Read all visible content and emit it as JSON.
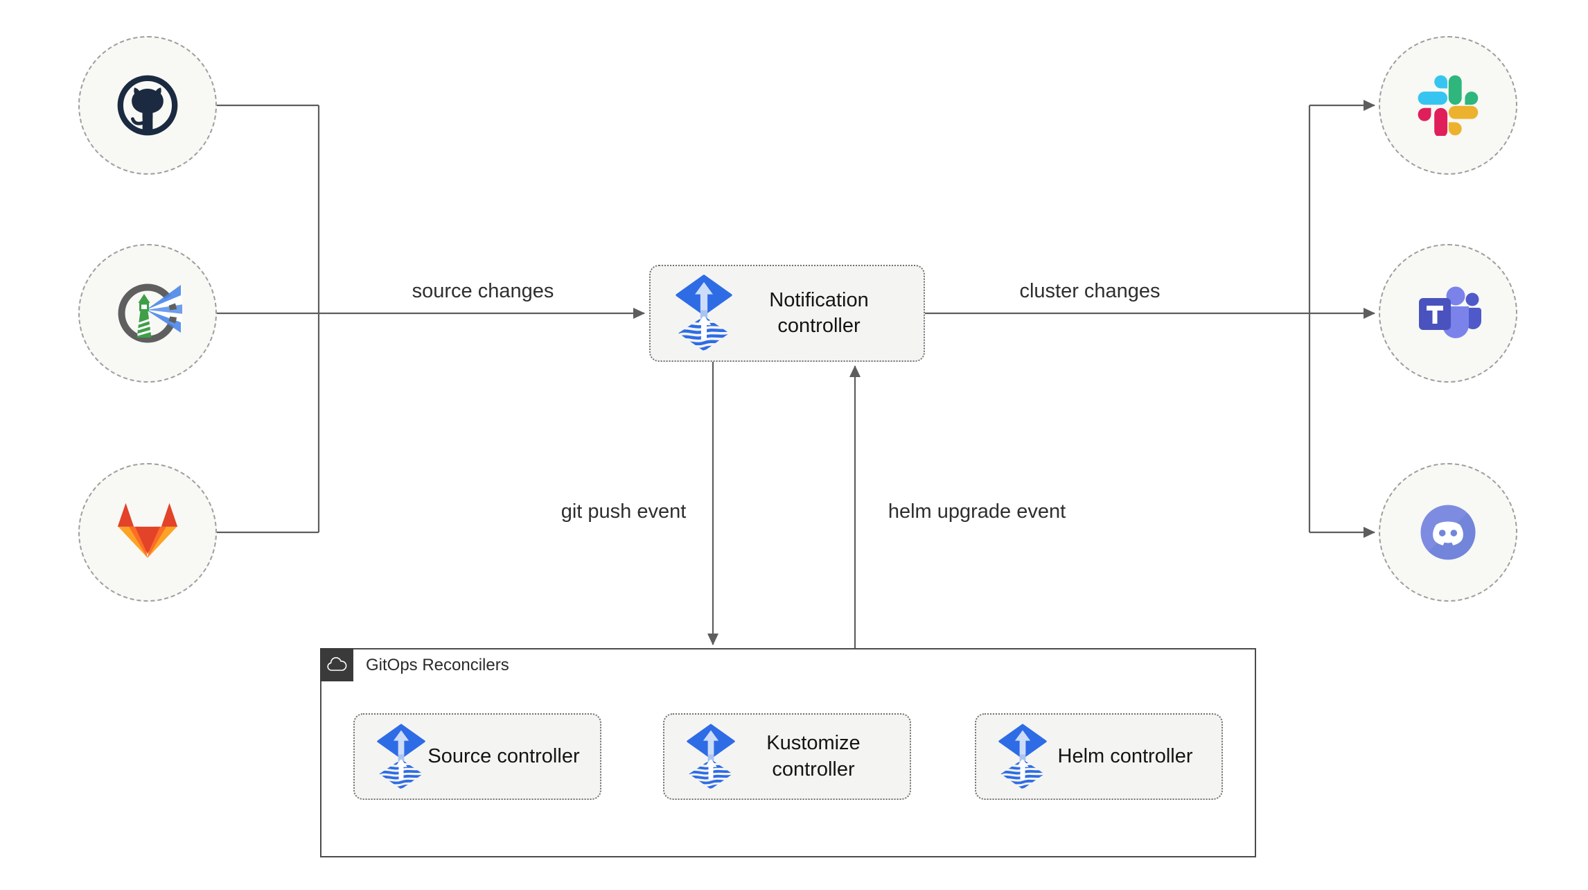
{
  "nodes": {
    "notification_controller": {
      "label": "Notification controller",
      "icon": "flux-icon"
    },
    "source_controller": {
      "label": "Source controller",
      "icon": "flux-icon"
    },
    "kustomize_controller": {
      "label": "Kustomize controller",
      "icon": "flux-icon"
    },
    "helm_controller": {
      "label": "Helm controller",
      "icon": "flux-icon"
    },
    "sources": [
      {
        "icon": "github-icon"
      },
      {
        "icon": "harbor-icon"
      },
      {
        "icon": "gitlab-icon"
      }
    ],
    "alert_targets": [
      {
        "icon": "slack-icon"
      },
      {
        "icon": "microsoft-teams-icon"
      },
      {
        "icon": "discord-icon"
      }
    ]
  },
  "group": {
    "label": "GitOps Reconcilers",
    "icon": "cloud-icon"
  },
  "edge_labels": {
    "source_changes": "source changes",
    "cluster_changes": "cluster changes",
    "git_push_event": "git push event",
    "helm_upgrade_event": "helm upgrade event"
  },
  "colors": {
    "flux_blue": "#2e6ce6",
    "wire_gray": "#5d5d5d",
    "node_fill": "#f4f4f2",
    "circle_fill": "#f8f8f5",
    "badge_dark": "#3a3a3a",
    "github_dark": "#1b2a40",
    "harbor_gray": "#5f5f5f",
    "harbor_green": "#3f9f47",
    "gitlab_red": "#e24329",
    "gitlab_orange": "#fc6d26",
    "gitlab_yellow": "#fca326",
    "slack_blue": "#36c5f0",
    "slack_green": "#2eb67d",
    "slack_red": "#e01e5a",
    "slack_yellow": "#ecb22e",
    "teams_purple": "#4a52bd",
    "discord_blurple": "#7389da"
  }
}
